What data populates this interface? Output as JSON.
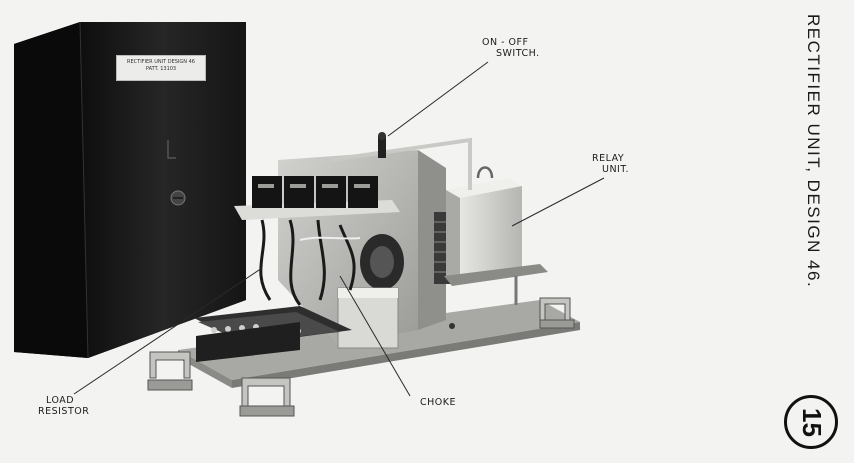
{
  "plate": {
    "title": "RECTIFIER UNIT, DESIGN 46.",
    "page_number": "15"
  },
  "cabinet_label": {
    "line1": "RECTIFIER UNIT DESIGN 46",
    "line2": "PATT. 13103"
  },
  "callouts": {
    "on_off_switch": {
      "line1": "ON - OFF",
      "line2": "SWITCH."
    },
    "relay_unit": {
      "line1": "RELAY",
      "line2": "UNIT."
    },
    "load_resistor": {
      "line1": "LOAD",
      "line2": "RESISTOR"
    },
    "choke": {
      "line1": "CHOKE"
    }
  },
  "colors": {
    "paper": "#f3f3f1",
    "cabinet": "#1d1d1d",
    "chassis": "#b9b9b6",
    "ink": "#1a1a1a"
  }
}
